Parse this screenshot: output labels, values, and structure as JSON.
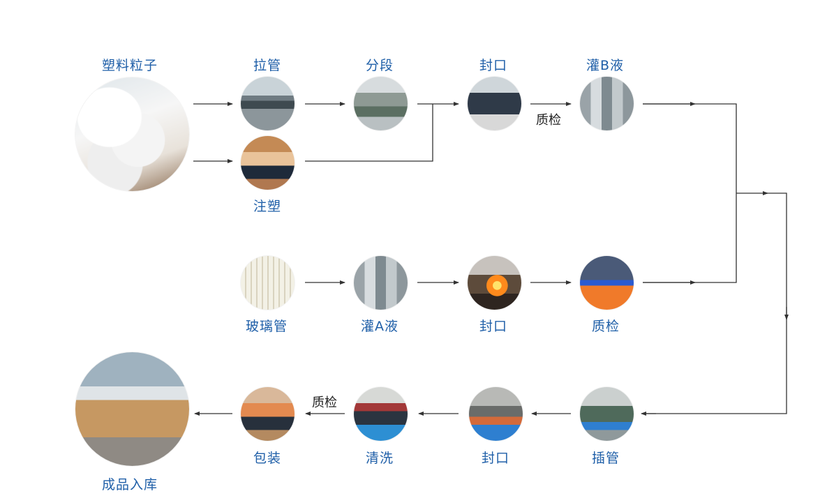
{
  "steps": {
    "pellets": {
      "label": "塑料粒子",
      "icon": "plastic-pellets-photo"
    },
    "tube_draw": {
      "label": "拉管",
      "icon": "tube-drawing-photo"
    },
    "segment": {
      "label": "分段",
      "icon": "segmenting-machine-photo"
    },
    "seal_top": {
      "label": "封口",
      "icon": "sealing-workers-photo"
    },
    "fill_b": {
      "label": "灌B液",
      "icon": "filling-machine-photo"
    },
    "injection": {
      "label": "注塑",
      "icon": "injection-molding-photo"
    },
    "glass_tube": {
      "label": "玻璃管",
      "icon": "glass-tubes-photo"
    },
    "fill_a": {
      "label": "灌A液",
      "icon": "filling-machine-photo"
    },
    "seal_mid": {
      "label": "封口",
      "icon": "flame-sealing-photo"
    },
    "inspect_mid": {
      "label": "质检",
      "icon": "inspection-photo"
    },
    "insert": {
      "label": "插管",
      "icon": "tube-insertion-photo"
    },
    "seal_bottom": {
      "label": "封口",
      "icon": "sealing-line-photo"
    },
    "wash": {
      "label": "清洗",
      "icon": "washing-photo"
    },
    "pack": {
      "label": "包装",
      "icon": "packaging-photo"
    },
    "warehouse": {
      "label": "成品入库",
      "icon": "warehouse-photo"
    }
  },
  "notes": {
    "qc_top": "质检",
    "qc_bottom": "质检"
  },
  "colors": {
    "label": "#1f5fa8",
    "note": "#222222",
    "line": "#333333"
  }
}
